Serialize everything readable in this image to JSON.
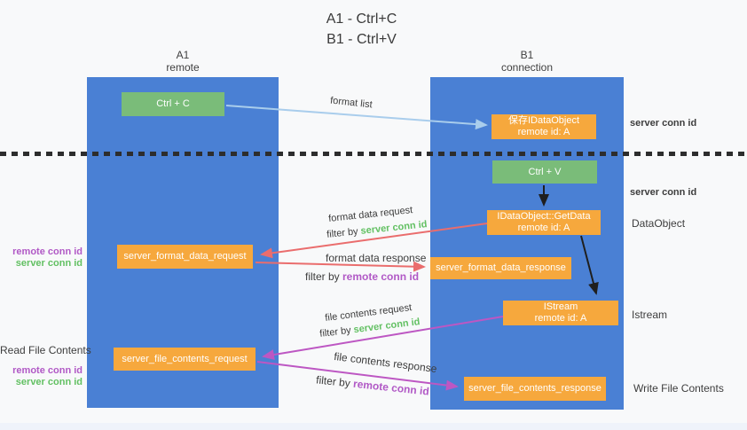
{
  "title": {
    "line1": "A1 - Ctrl+C",
    "line2": "B1 - Ctrl+V"
  },
  "lanes": {
    "a1": {
      "title": "A1",
      "subtitle": "remote"
    },
    "b1": {
      "title": "B1",
      "subtitle": "connection"
    }
  },
  "nodes": {
    "ctrl_c": {
      "label": "Ctrl + C"
    },
    "ctrl_v": {
      "label": "Ctrl + V"
    },
    "save_idataobject": {
      "line1": "保存IDataObject",
      "line2": "remote id: A"
    },
    "getdata": {
      "line1": "IDataObject::GetData",
      "line2": "remote id: A"
    },
    "format_request": {
      "label": "server_format_data_request"
    },
    "format_response": {
      "label": "server_format_data_response"
    },
    "istream": {
      "line1": "IStream",
      "line2": "remote id: A"
    },
    "file_request": {
      "label": "server_file_contents_request"
    },
    "file_response": {
      "label": "server_file_contents_response"
    }
  },
  "edge_labels": {
    "format_list": "format list",
    "format_data_request": "format data request",
    "format_request_filter_prefix": "filter by ",
    "format_request_filter_key": "server conn id",
    "format_data_response": "format data response",
    "format_response_filter_prefix": "filter by ",
    "format_response_filter_key": "remote conn id",
    "file_contents_request": "file contents request",
    "file_request_filter_prefix": "filter by ",
    "file_request_filter_key": "server conn id",
    "file_contents_response": "file contents response",
    "file_response_filter_prefix": "filter by ",
    "file_response_filter_key": "remote conn id"
  },
  "side_labels": {
    "right_server_conn_1": "server conn id",
    "right_server_conn_2": "server conn id",
    "right_dataobject": "DataObject",
    "right_istream": "Istream",
    "right_write_file": "Write File Contents",
    "left_remote_conn_1": "remote conn id",
    "left_server_conn_1": "server conn id",
    "left_read_file": "Read File Contents",
    "left_remote_conn_2": "remote conn id",
    "left_server_conn_2": "server conn id"
  },
  "colors": {
    "lane_blue": "#4a80d4",
    "node_green": "#7abc79",
    "node_orange": "#f6a83d",
    "arrow_light_blue": "#a9cdec",
    "arrow_red": "#ea6d6d",
    "arrow_magenta": "#bd57c3",
    "arrow_black": "#1f1f1f",
    "label_green": "#62c062",
    "label_purple": "#b159c6",
    "text_dark": "#3d3d3d",
    "background": "#f8f9fa"
  }
}
